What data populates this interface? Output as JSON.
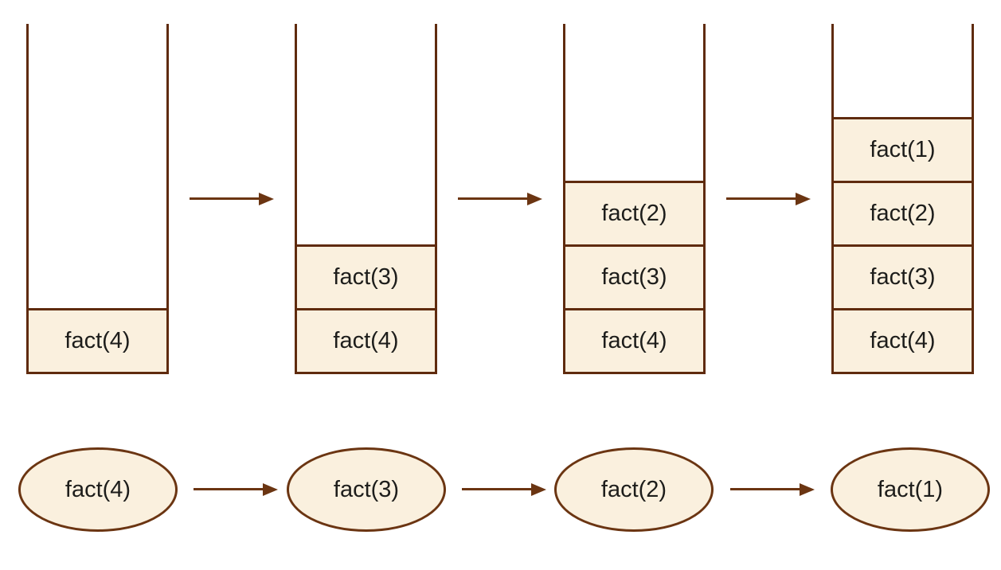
{
  "colors": {
    "stroke": "#5f2b0e",
    "arrow": "#6b3512",
    "cell_fill": "#faf0de",
    "text": "#1d1d1b",
    "background": "#ffffff"
  },
  "call_stacks": [
    {
      "frames": [
        "fact(4)"
      ]
    },
    {
      "frames": [
        "fact(3)",
        "fact(4)"
      ]
    },
    {
      "frames": [
        "fact(2)",
        "fact(3)",
        "fact(4)"
      ]
    },
    {
      "frames": [
        "fact(1)",
        "fact(2)",
        "fact(3)",
        "fact(4)"
      ]
    }
  ],
  "recursion_nodes": [
    "fact(4)",
    "fact(3)",
    "fact(2)",
    "fact(1)"
  ]
}
